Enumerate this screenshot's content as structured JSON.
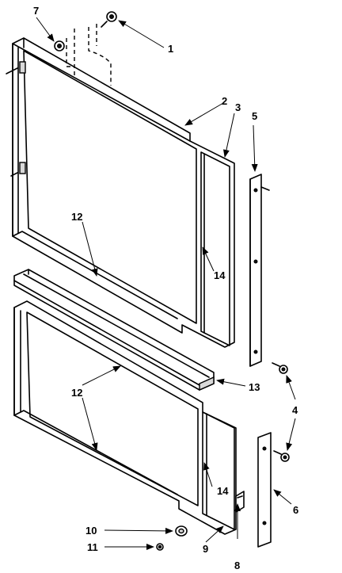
{
  "callouts": {
    "c1": "1",
    "c2": "2",
    "c3": "3",
    "c4": "4",
    "c5": "5",
    "c6": "6",
    "c7": "7",
    "c8": "8",
    "c9": "9",
    "c10": "10",
    "c11": "11",
    "c12a": "12",
    "c12b": "12",
    "c12c": "12",
    "c13": "13",
    "c14a": "14",
    "c14b": "14"
  }
}
